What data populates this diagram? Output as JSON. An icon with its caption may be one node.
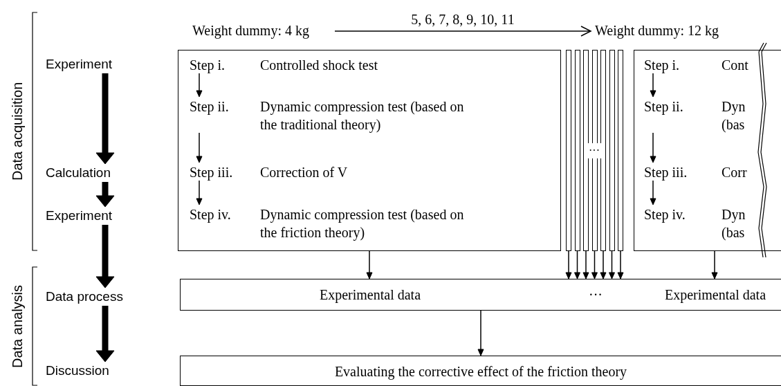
{
  "diagram": {
    "nodes": [
      {
        "text": [
          "Weight dummy: 4 kg"
        ]
      },
      {
        "text": [
          "Weight dummy: 12 kg"
        ]
      },
      {
        "text": [
          "Experiment"
        ]
      },
      {
        "text": [
          "Calculation"
        ]
      },
      {
        "text": [
          "Experiment"
        ]
      },
      {
        "text": [
          "Data process"
        ]
      },
      {
        "text": [
          "Discussion"
        ]
      },
      {
        "text": [],
        "shape": "box"
      },
      {
        "text": [
          "Step i.",
          "Controlled shock test"
        ],
        "in": 7
      },
      {
        "text": [
          "Step ii.",
          "Dynamic compression test (based on the traditional theory)"
        ],
        "in": 7
      },
      {
        "text": [
          "Step iii.",
          "Correction of V"
        ],
        "in": 7
      },
      {
        "text": [
          "Step iv.",
          "Dynamic compression test (based on the friction theory)"
        ],
        "in": 7
      },
      {
        "text": [],
        "shape": "box"
      },
      {
        "text": [],
        "shape": "box"
      },
      {
        "text": [],
        "shape": "box"
      },
      {
        "text": [],
        "shape": "box"
      },
      {
        "text": [],
        "shape": "box"
      },
      {
        "text": [],
        "shape": "box"
      },
      {
        "text": [],
        "shape": "box"
      },
      {
        "text": [],
        "shape": "box"
      },
      {
        "text": [
          "Step i.",
          "Cont"
        ],
        "in": 19
      },
      {
        "text": [
          "Step ii.",
          "Dyn (bas"
        ],
        "in": 19
      },
      {
        "text": [
          "Step iii.",
          "Corr"
        ],
        "in": 19
      },
      {
        "text": [
          "Step iv.",
          "Dyn (bas"
        ],
        "in": 19
      },
      {
        "text": [
          "Experimental data",
          "···",
          "Experimental data"
        ]
      },
      {
        "text": [
          "Evaluating the corrective effect of the friction theory"
        ]
      }
    ],
    "edges": [
      {
        "from": 0,
        "to": 1,
        "arrow": "to",
        "label": "5, 6, 7, 8, 9, 10, 11"
      },
      {
        "from": 2,
        "to": 3,
        "arrow": "to",
        "style": "thick"
      },
      {
        "from": 3,
        "to": 4,
        "arrow": "to",
        "style": "thick"
      },
      {
        "from": 4,
        "to": 5,
        "arrow": "to",
        "style": "thick"
      },
      {
        "from": 5,
        "to": 6,
        "arrow": "to",
        "style": "thick"
      },
      {
        "from": 8,
        "to": 9,
        "arrow": "to"
      },
      {
        "from": 9,
        "to": 10,
        "arrow": "to"
      },
      {
        "from": 10,
        "to": 11,
        "arrow": "to"
      },
      {
        "from": 20,
        "to": 21,
        "arrow": "to"
      },
      {
        "from": 21,
        "to": 22,
        "arrow": "to"
      },
      {
        "from": 22,
        "to": 23,
        "arrow": "to"
      },
      {
        "from": 7,
        "to": 24,
        "arrow": "to"
      },
      {
        "from": 12,
        "to": 24,
        "arrow": "to"
      },
      {
        "from": 13,
        "to": 24,
        "arrow": "to"
      },
      {
        "from": 14,
        "to": 24,
        "arrow": "to"
      },
      {
        "from": 15,
        "to": 24,
        "arrow": "to"
      },
      {
        "from": 16,
        "to": 24,
        "arrow": "to"
      },
      {
        "from": 17,
        "to": 24,
        "arrow": "to"
      },
      {
        "from": 18,
        "to": 24,
        "arrow": "to"
      },
      {
        "from": 19,
        "to": 24,
        "arrow": "to"
      },
      {
        "from": 24,
        "to": 25,
        "arrow": "to"
      }
    ],
    "labels": [
      "Data acquisition",
      "Data analysis",
      "···"
    ]
  }
}
